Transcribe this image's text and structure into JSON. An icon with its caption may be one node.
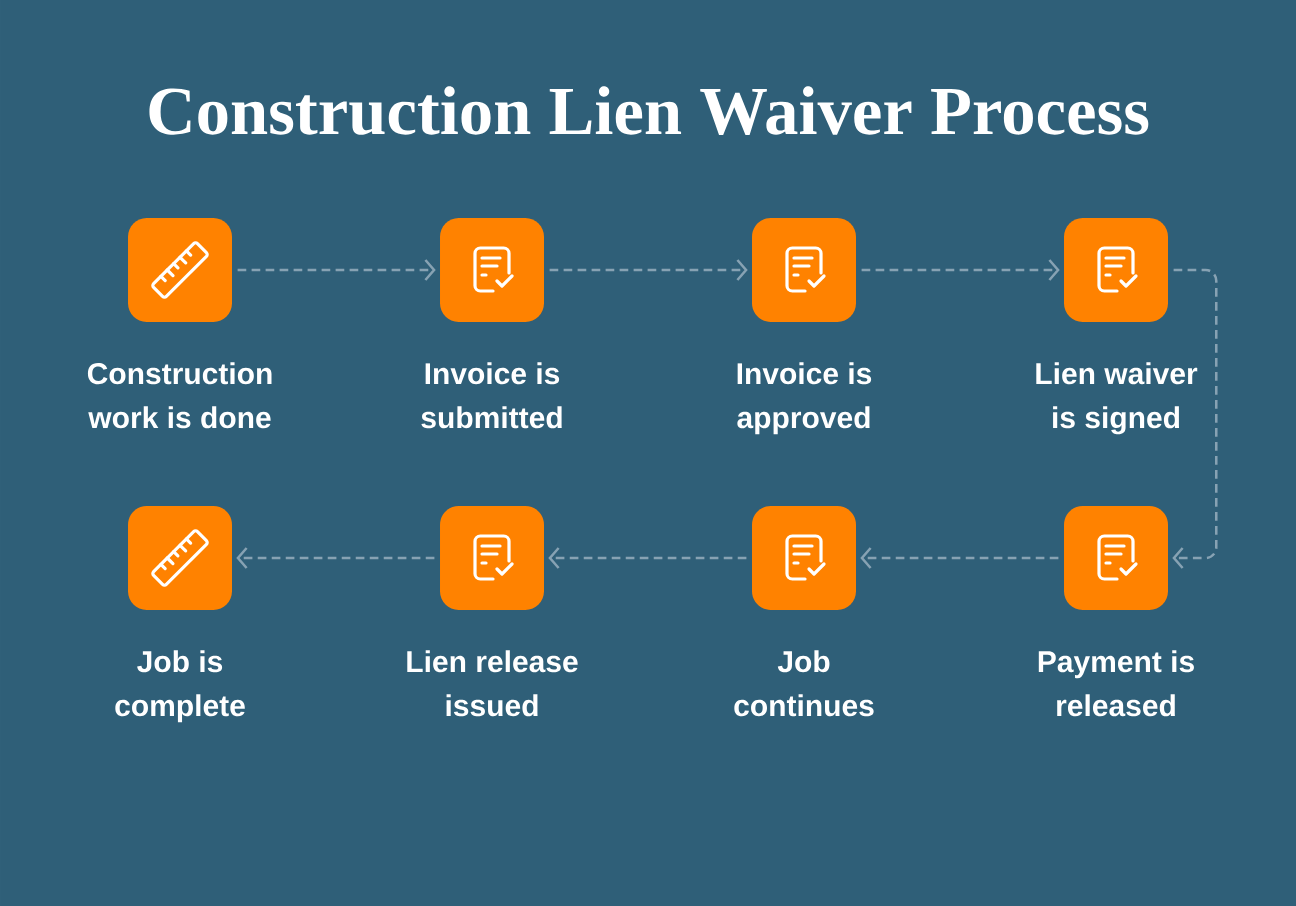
{
  "diagram": {
    "title": "Construction Lien Waiver Process",
    "nodes": [
      {
        "text": [
          "Construction work is done"
        ]
      },
      {
        "text": [
          "Invoice is submitted"
        ]
      },
      {
        "text": [
          "Invoice is approved"
        ]
      },
      {
        "text": [
          "Lien waiver is signed"
        ]
      },
      {
        "text": [
          "Payment is released"
        ]
      },
      {
        "text": [
          "Job continues"
        ]
      },
      {
        "text": [
          "Lien release issued"
        ]
      },
      {
        "text": [
          "Job is complete"
        ]
      }
    ],
    "edges": [
      {
        "from": 0,
        "to": 1,
        "arrow": "to",
        "style": "dashed"
      },
      {
        "from": 1,
        "to": 2,
        "arrow": "to",
        "style": "dashed"
      },
      {
        "from": 2,
        "to": 3,
        "arrow": "to",
        "style": "dashed"
      },
      {
        "from": 3,
        "to": 4,
        "arrow": "to",
        "style": "dashed"
      },
      {
        "from": 4,
        "to": 5,
        "arrow": "to",
        "style": "dashed"
      },
      {
        "from": 5,
        "to": 6,
        "arrow": "to",
        "style": "dashed"
      },
      {
        "from": 6,
        "to": 7,
        "arrow": "to",
        "style": "dashed"
      }
    ]
  }
}
